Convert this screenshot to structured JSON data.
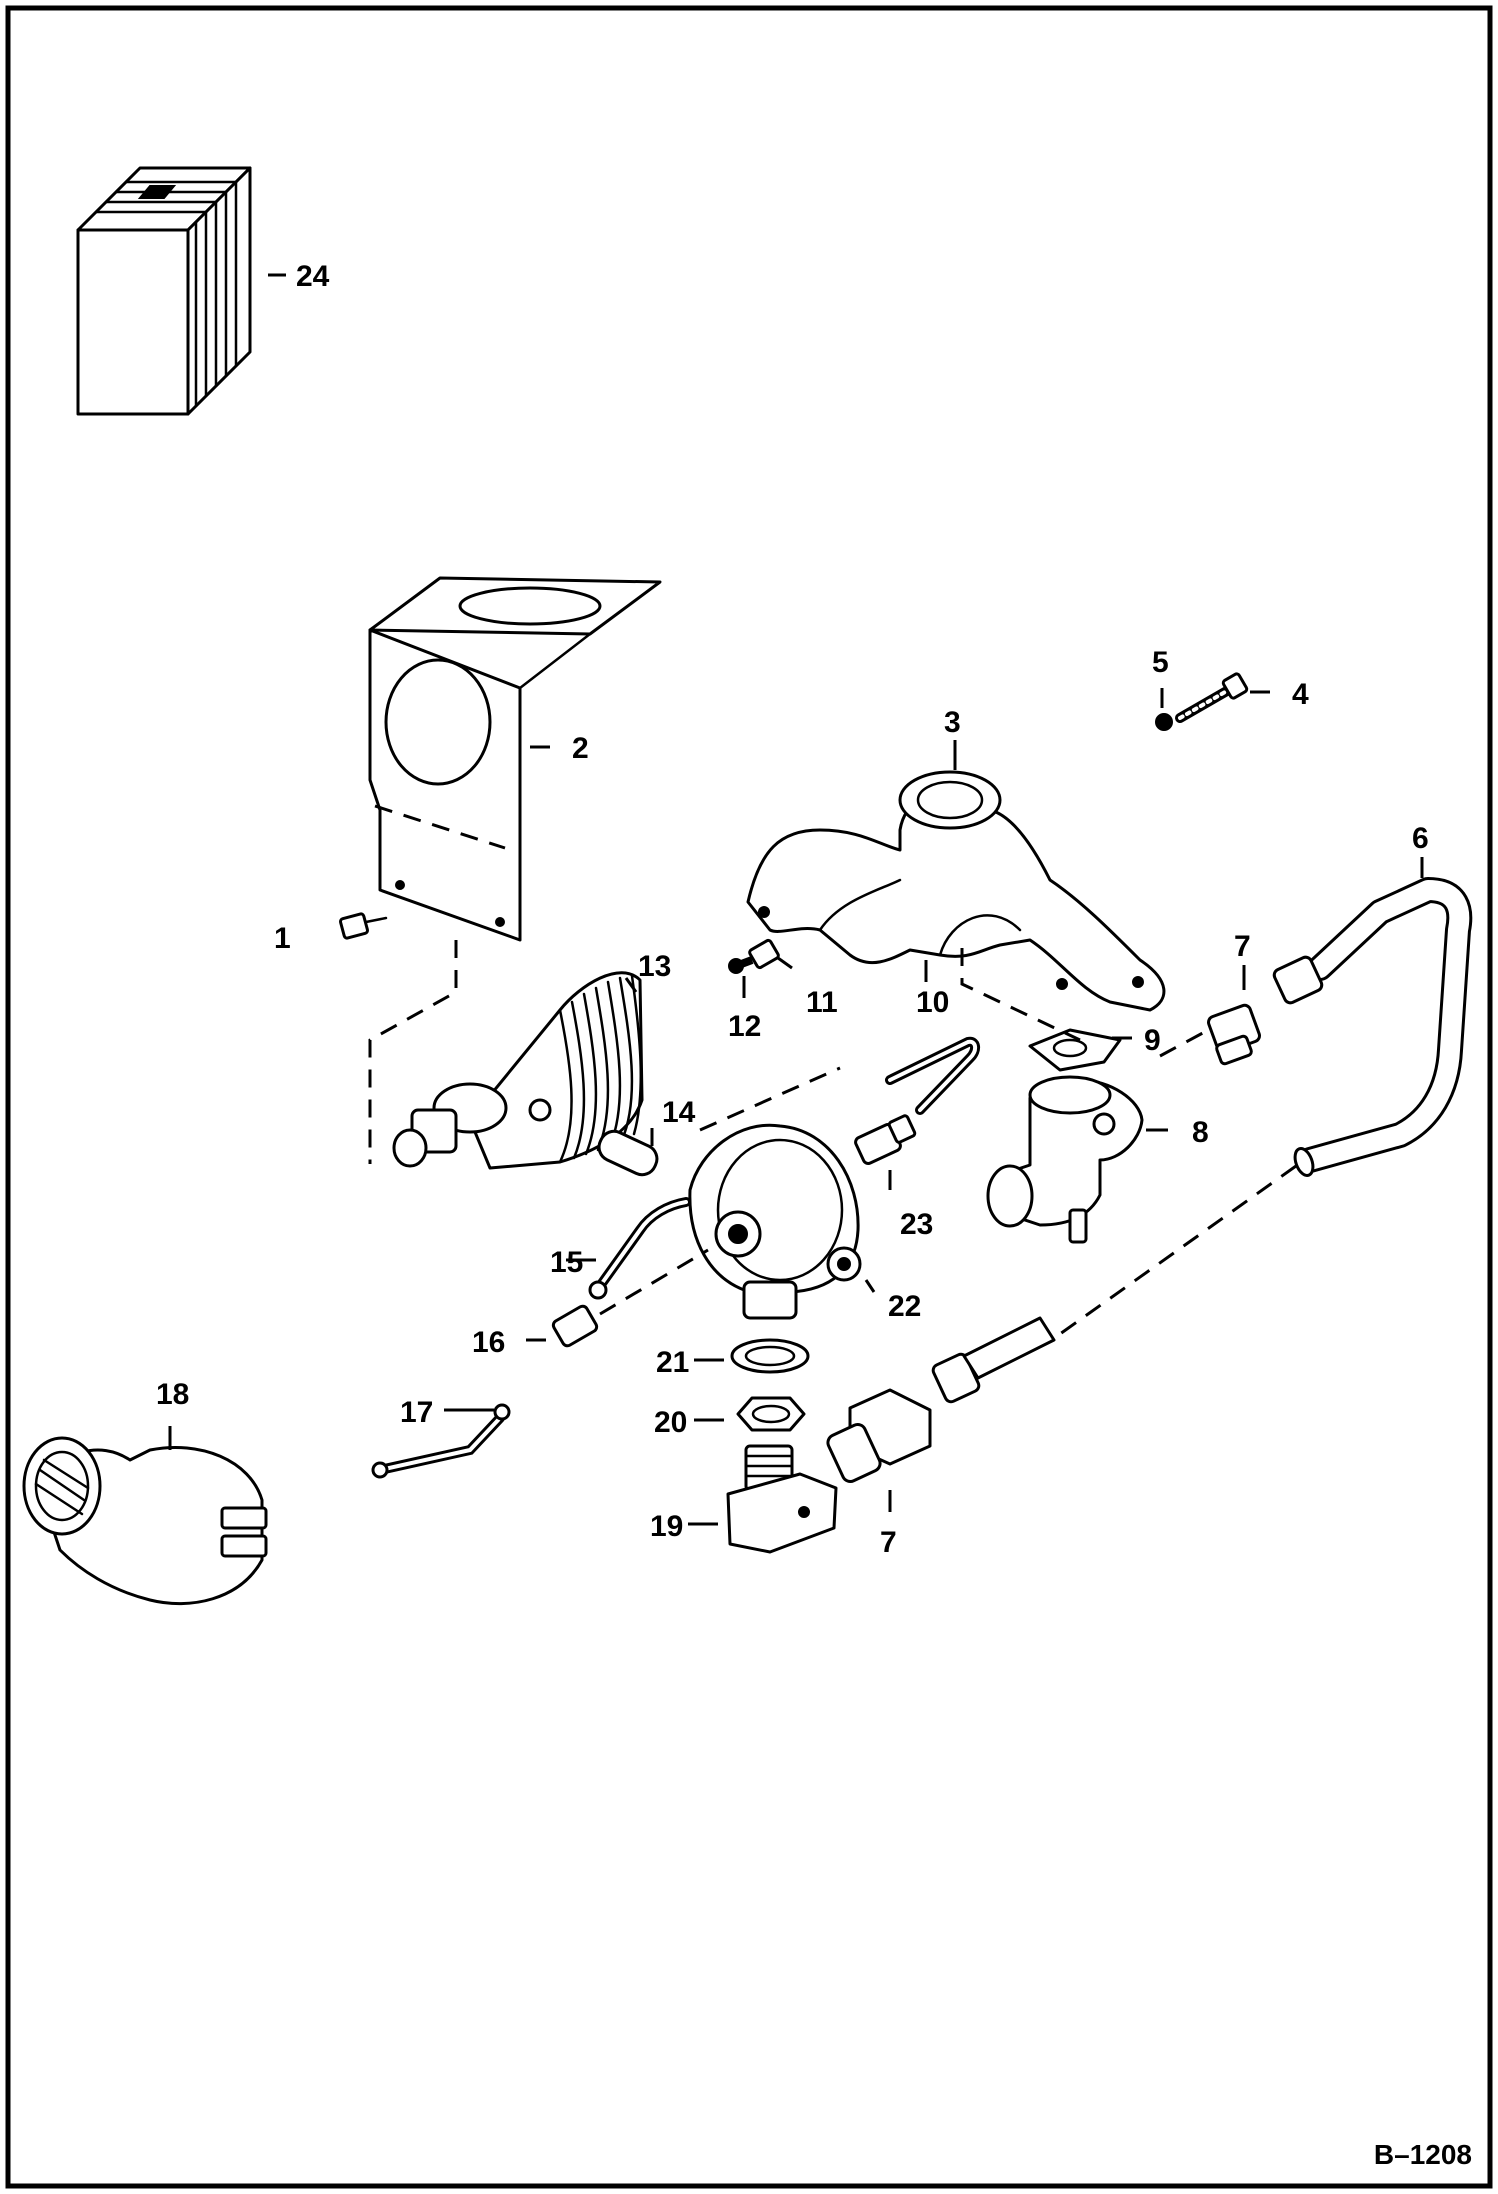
{
  "figure_id": "B–1208",
  "callouts": {
    "c1": "1",
    "c2": "2",
    "c3": "3",
    "c4": "4",
    "c5": "5",
    "c6": "6",
    "c7a": "7",
    "c7b": "7",
    "c8": "8",
    "c9": "9",
    "c10": "10",
    "c11": "11",
    "c12": "12",
    "c13": "13",
    "c14": "14",
    "c15": "15",
    "c16": "16",
    "c17": "17",
    "c18": "18",
    "c19": "19",
    "c20": "20",
    "c21": "21",
    "c22": "22",
    "c23": "23",
    "c24": "24"
  }
}
